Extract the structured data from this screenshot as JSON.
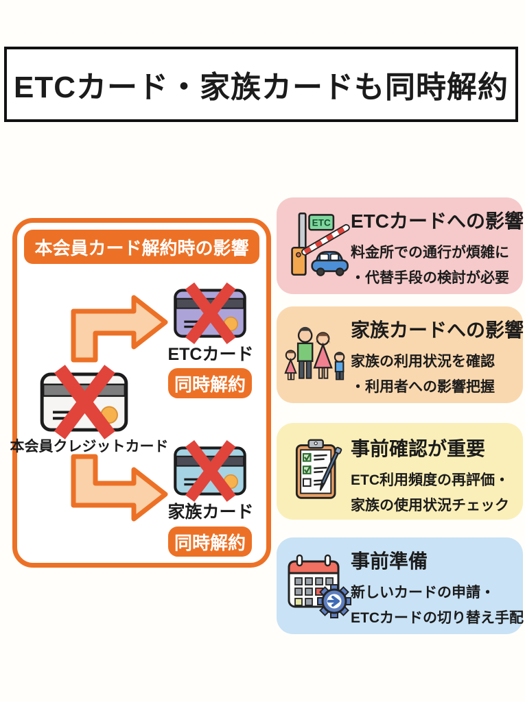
{
  "title_banner": {
    "text": "ETCカード・家族カードも同時解約"
  },
  "left_panel": {
    "header": "本会員カード解約時の影響",
    "main_card_label": "本会員クレジットカード",
    "targets": [
      {
        "label": "ETCカード",
        "badge": "同時解約"
      },
      {
        "label": "家族カード",
        "badge": "同時解約"
      }
    ]
  },
  "info_cards": [
    {
      "title": "ETCカードへの影響",
      "lines": [
        "料金所での通行が煩雑に",
        "・代替手段の検討が必要"
      ],
      "bg": "#F6CACA",
      "icon": "etc-toll-gate-icon"
    },
    {
      "title": "家族カードへの影響",
      "lines": [
        "家族の利用状況を確認",
        "・利用者への影響把握"
      ],
      "bg": "#FAD8AF",
      "icon": "family-icon"
    },
    {
      "title": "事前確認が重要",
      "lines": [
        "ETC利用頻度の再評価・",
        "家族の使用状況チェック"
      ],
      "bg": "#FAEFB8",
      "icon": "checklist-clipboard-icon"
    },
    {
      "title": "事前準備",
      "lines": [
        "新しいカードの申請・",
        "ETCカードの切り替え手配"
      ],
      "bg": "#C9E2F5",
      "icon": "calendar-gear-icon"
    }
  ],
  "icons": {
    "etc_sign_text": "ETC"
  },
  "colors": {
    "accent_orange": "#EC7126",
    "arrow_fill": "#FAD1A9",
    "cancel_x_red": "#E0443B",
    "etc_card_purple": "#ACA4D9",
    "family_card_blue": "#A6D3E3",
    "main_card_white": "#F6F5F3",
    "info_card_pink": "#F6CACA",
    "info_card_peach": "#FAD8AF",
    "info_card_yellow": "#FAEFB8",
    "info_card_blue": "#C9E2F5",
    "banner_border": "#111111"
  }
}
